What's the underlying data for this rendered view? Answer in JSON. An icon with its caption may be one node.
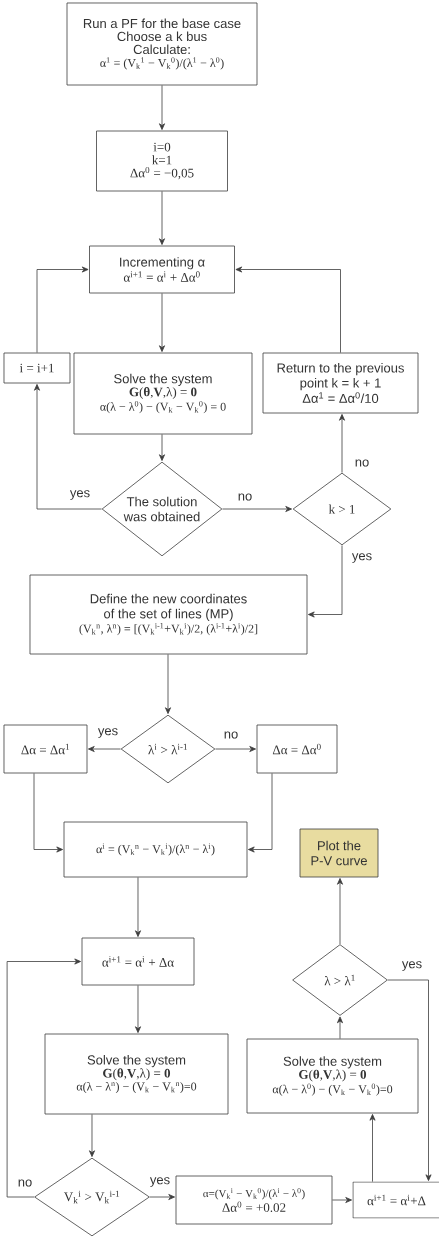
{
  "diagram": {
    "nodes": [
      {
        "text": [
          "Run a PF for the base case",
          "Choose a k bus",
          "Calculate:",
          "α$^{1}$ = (V$_{k}$$^{1}$ − V$_{k}$$^{0}$)/(λ$^{1}$ − λ$^{0}$)"
        ]
      },
      {
        "text": [
          "i=0",
          "k=1",
          "Δα$^{0}$ = −0,05"
        ]
      },
      {
        "text": [
          "Incrementing α",
          "α$^{i+1}$ = α$^{i}$ + Δα$^{0}$"
        ]
      },
      {
        "text": [
          "i = i+1"
        ]
      },
      {
        "text": [
          "Solve the system",
          "**G**(**θ**,**V**,λ) = **0**",
          "α(λ − λ$^{0}$) − (V$_{k}$ − V$_{k}$$^{0}$) = 0"
        ]
      },
      {
        "text": [
          "Return to the previous point k = k + 1",
          "Δα$^{1}$ = Δα$^{0}$/10"
        ]
      },
      {
        "text": [
          "The solution was obtained"
        ]
      },
      {
        "text": [
          "k > 1"
        ]
      },
      {
        "text": [
          "Define the new coordinates of the set of lines (MP)",
          "(V$_{k}$$^{n}$, λ$^{n}$) = [(V$_{k}$$^{i-1}$+V$_{k}$$^{i}$)/2, (λ$^{i-1}$+λ$^{i}$)/2]"
        ]
      },
      {
        "text": [
          "λ$^{i}$ > λ$^{i-1}$"
        ]
      },
      {
        "text": [
          "Δα = Δα$^{1}$"
        ]
      },
      {
        "text": [
          "Δα = Δα$^{0}$"
        ]
      },
      {
        "text": [
          "α$^{i}$ = (V$_{k}$$^{n}$ − V$_{k}$$^{i}$)/(λ$^{n}$ − λ$^{i}$)"
        ]
      },
      {
        "text": [
          "Plot the P-V curve"
        ]
      },
      {
        "text": [
          "α$^{i+1}$ = α$^{i}$ + Δα"
        ]
      },
      {
        "text": [
          "λ > λ$^{1}$"
        ]
      },
      {
        "text": [
          "Solve the system",
          "**G**(**θ**,**V**,λ) = **0**",
          "α(λ − λ$^{n}$) − (V$_{k}$ − V$_{k}$$^{n}$)=0"
        ]
      },
      {
        "text": [
          "Solve the system",
          "**G**(**θ**,**V**,λ) = **0**",
          "α(λ − λ$^{0}$) − (V$_{k}$ − V$_{k}$$^{0}$)=0"
        ]
      },
      {
        "text": [
          "V$_{k}$$^{i}$ > V$_{k}$$^{i-1}$"
        ]
      },
      {
        "text": [
          "α=(V$_{k}$$^{i}$ − V$_{k}$$^{0}$)/(λ$^{i}$ − λ$^{0}$)",
          "Δα$^{0}$ = +0.02"
        ]
      },
      {
        "text": [
          "α$^{i+1}$ = α$^{i}$+Δ"
        ]
      }
    ],
    "edges": [
      {
        "from": 0,
        "to": 1,
        "arrow": "to"
      },
      {
        "from": 1,
        "to": 2,
        "arrow": "to"
      },
      {
        "from": 2,
        "to": 4,
        "arrow": "to"
      },
      {
        "from": 4,
        "to": 6,
        "arrow": "to"
      },
      {
        "from": 6,
        "to": 3,
        "arrow": "to",
        "label": "yes"
      },
      {
        "from": 3,
        "to": 2,
        "arrow": "to"
      },
      {
        "from": 6,
        "to": 7,
        "arrow": "to",
        "label": "no"
      },
      {
        "from": 7,
        "to": 5,
        "arrow": "to",
        "label": "no"
      },
      {
        "from": 7,
        "to": 8,
        "arrow": "to",
        "label": "yes"
      },
      {
        "from": 5,
        "to": 2,
        "arrow": "to"
      },
      {
        "from": 8,
        "to": 9,
        "arrow": "to"
      },
      {
        "from": 9,
        "to": 10,
        "arrow": "to",
        "label": "yes"
      },
      {
        "from": 9,
        "to": 11,
        "arrow": "to",
        "label": "no"
      },
      {
        "from": 10,
        "to": 12,
        "arrow": "to"
      },
      {
        "from": 11,
        "to": 12,
        "arrow": "to"
      },
      {
        "from": 12,
        "to": 14,
        "arrow": "to"
      },
      {
        "from": 14,
        "to": 16,
        "arrow": "to"
      },
      {
        "from": 16,
        "to": 18,
        "arrow": "to"
      },
      {
        "from": 18,
        "to": 14,
        "arrow": "to",
        "label": "no"
      },
      {
        "from": 18,
        "to": 19,
        "arrow": "to",
        "label": "yes"
      },
      {
        "from": 19,
        "to": 20,
        "arrow": "to"
      },
      {
        "from": 20,
        "to": 17,
        "arrow": "to"
      },
      {
        "from": 17,
        "to": 15,
        "arrow": "to"
      },
      {
        "from": 15,
        "to": 13,
        "arrow": "to"
      },
      {
        "from": 15,
        "to": 20,
        "arrow": "to",
        "label": "yes"
      }
    ]
  }
}
